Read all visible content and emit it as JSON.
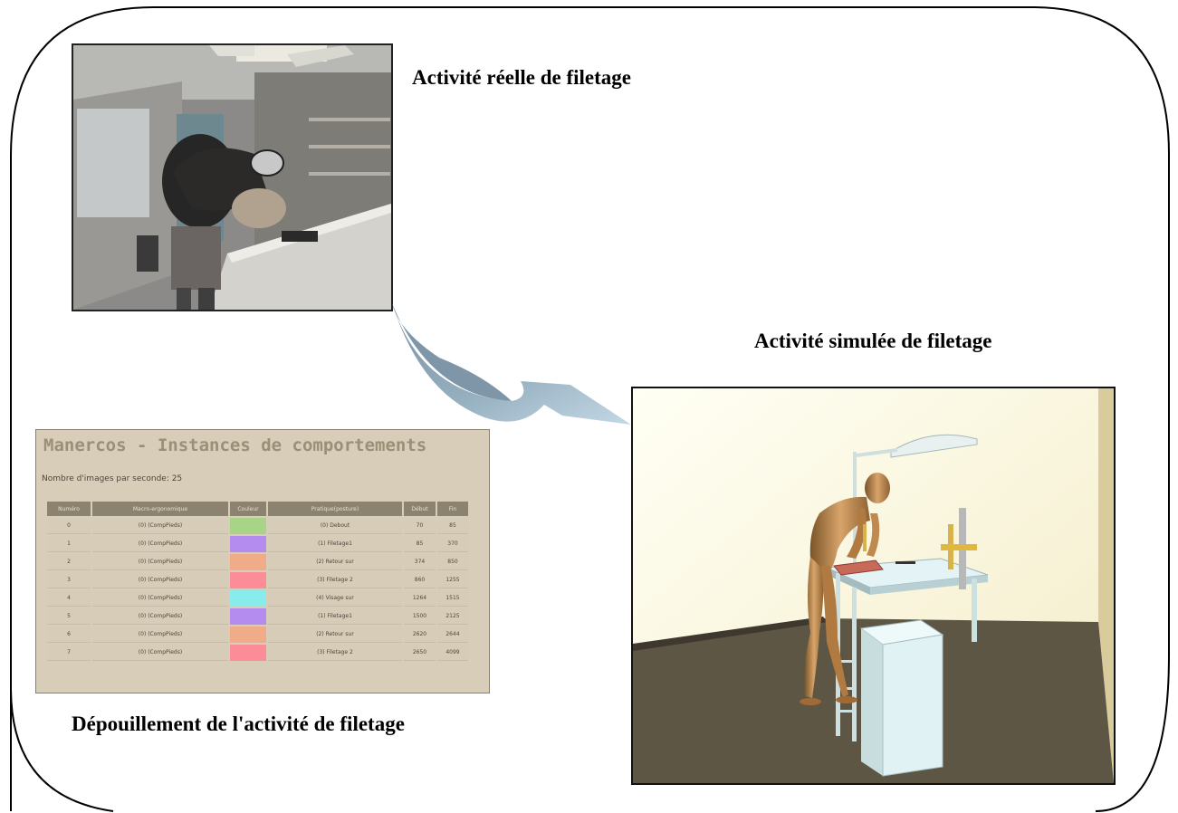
{
  "captions": {
    "real": "Activité réelle de filetage",
    "simulated": "Activité simulée de filetage",
    "analysis": "Dépouillement de l'activité de filetage"
  },
  "table": {
    "title": "Manercos - Instances de comportements",
    "subtitle": "Nombre d'images par seconde: 25",
    "headers": [
      "Numéro",
      "Macro-ergonomique",
      "Couleur",
      "Pratique(posture)",
      "Début",
      "Fin"
    ],
    "rows": [
      {
        "num": "0",
        "macro": "(0) (CompPieds)",
        "color": "#a8d488",
        "posture": "(0) Debout",
        "start": "70",
        "end": "85"
      },
      {
        "num": "1",
        "macro": "(0) (CompPieds)",
        "color": "#b48cf0",
        "posture": "(1) Filetage1",
        "start": "85",
        "end": "370"
      },
      {
        "num": "2",
        "macro": "(0) (CompPieds)",
        "color": "#f0ac88",
        "posture": "(2) Retour sur",
        "start": "374",
        "end": "850"
      },
      {
        "num": "3",
        "macro": "(0) (CompPieds)",
        "color": "#fc8c98",
        "posture": "(3) Filetage 2",
        "start": "860",
        "end": "1255"
      },
      {
        "num": "4",
        "macro": "(0) (CompPieds)",
        "color": "#88ecec",
        "posture": "(4) Visage sur",
        "start": "1264",
        "end": "1515"
      },
      {
        "num": "5",
        "macro": "(0) (CompPieds)",
        "color": "#b48cf0",
        "posture": "(1) Filetage1",
        "start": "1500",
        "end": "2125"
      },
      {
        "num": "6",
        "macro": "(0) (CompPieds)",
        "color": "#f0ac88",
        "posture": "(2) Retour sur",
        "start": "2620",
        "end": "2644"
      },
      {
        "num": "7",
        "macro": "(0) (CompPieds)",
        "color": "#fc8c98",
        "posture": "(3) Filetage 2",
        "start": "2650",
        "end": "4099"
      }
    ]
  },
  "colors": {
    "arrow": "#8aa4b4",
    "arrow_light": "#b4ccdc",
    "frame": "#000000",
    "scene_wall": "#fffbe4",
    "scene_floor": "#5e5644",
    "mannequin": "#c08a4e",
    "photo_marker": "#c8c8c8"
  },
  "icons": {
    "arrow": "curved-arrow-icon",
    "marker": "head-marker-icon"
  }
}
